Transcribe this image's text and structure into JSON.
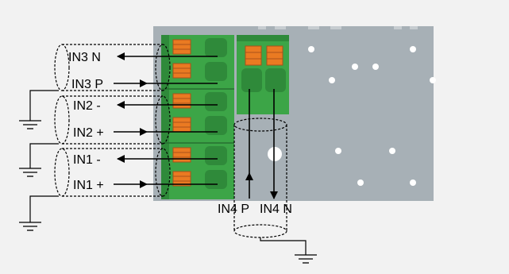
{
  "colors": {
    "page_background": "#f2f2f2",
    "board": "#a7b0b6",
    "terminal_block": "#3ca547",
    "terminal_dark": "#2f8a3a",
    "clamp": "#ea7a22",
    "hole": "#ffffff",
    "wire": "#000000"
  },
  "labels": {
    "in3_n": "IN3 N",
    "in3_p": "IN3 P",
    "in2_minus": "IN2 -",
    "in2_plus": "IN2 +",
    "in1_minus": "IN1 -",
    "in1_plus": "IN1 +",
    "in4_p": "IN4 P",
    "in4_n": "IN4 N"
  },
  "icons": [
    "ground-symbol",
    "shielded-cable",
    "arrow"
  ]
}
